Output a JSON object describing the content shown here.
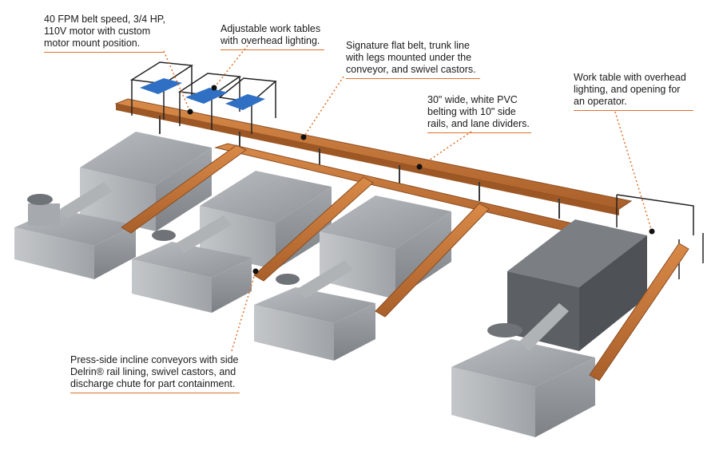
{
  "callouts": {
    "belt_speed": [
      "40 FPM belt speed, 3/4 HP,",
      "110V motor with custom",
      "motor mount position."
    ],
    "work_tables": [
      "Adjustable work tables",
      "with overhead lighting."
    ],
    "trunk_line": [
      "Signature flat belt, trunk line",
      "with legs mounted under the",
      "conveyor, and swivel castors."
    ],
    "pvc_belting": [
      "30\" wide, white PVC",
      "belting with 10\" side",
      "rails, and lane dividers."
    ],
    "operator_table": [
      "Work table with overhead",
      "lighting, and opening for",
      "an operator."
    ],
    "incline_conveyors": [
      "Press-side incline conveyors with side",
      "Delrin® rail lining, swivel castors, and",
      "discharge chute for part containment."
    ]
  },
  "colors": {
    "accent": "#e0712a",
    "conveyor": "#c8773a",
    "machine": "#9a9ea3",
    "text": "#1a1a1a"
  }
}
